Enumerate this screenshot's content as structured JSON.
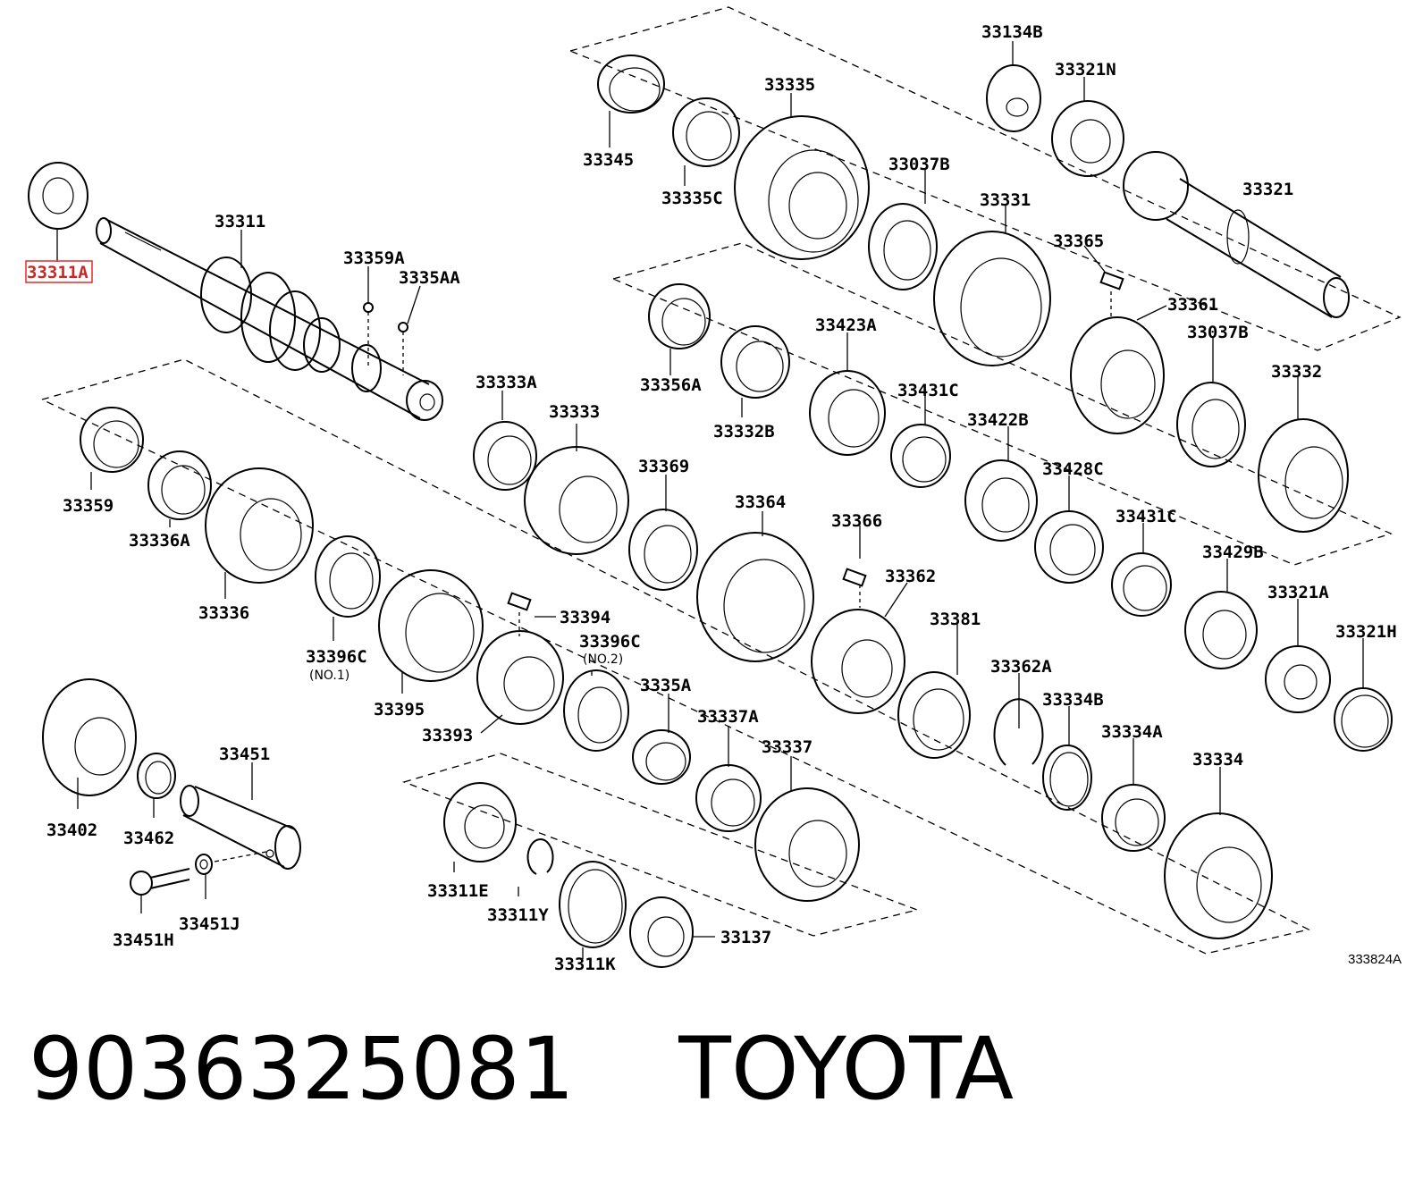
{
  "footer": {
    "part_number": "9036325081",
    "brand": "TOYOTA"
  },
  "diagram": {
    "code": "333824A",
    "highlighted_part": "33311A",
    "labels": {
      "l33311A": "33311A",
      "l33311": "33311",
      "l33359A": "33359A",
      "l3335AA": "3335AA",
      "l33359": "33359",
      "l33336A": "33336A",
      "l33336": "33336",
      "l33396C1": "33396C",
      "l33396C1sub": "(NO.1)",
      "l33395": "33395",
      "l33393": "33393",
      "l33394": "33394",
      "l33396C2": "33396C",
      "l33396C2sub": "(NO.2)",
      "l33402": "33402",
      "l33462": "33462",
      "l33451": "33451",
      "l33451H": "33451H",
      "l33451J": "33451J",
      "l33333A": "33333A",
      "l33333": "33333",
      "l33369": "33369",
      "l33364": "33364",
      "l3335A": "3335A",
      "l33337A": "33337A",
      "l33337": "33337",
      "l33311E": "33311E",
      "l33311Y": "33311Y",
      "l33311K": "33311K",
      "l33137": "33137",
      "l33345": "33345",
      "l33335C": "33335C",
      "l33335": "33335",
      "l33037B1": "33037B",
      "l33331": "33331",
      "l33134B": "33134B",
      "l33321N": "33321N",
      "l33321": "33321",
      "l33365": "33365",
      "l33361": "33361",
      "l33037B2": "33037B",
      "l33332": "33332",
      "l33356A": "33356A",
      "l33332B": "33332B",
      "l33423A": "33423A",
      "l33431C1": "33431C",
      "l33422B": "33422B",
      "l33428C": "33428C",
      "l33431C2": "33431C",
      "l33429B": "33429B",
      "l33321A": "33321A",
      "l33321H": "33321H",
      "l33366": "33366",
      "l33362": "33362",
      "l33381": "33381",
      "l33362A": "33362A",
      "l33334B": "33334B",
      "l33334A": "33334A",
      "l33334": "33334"
    }
  }
}
